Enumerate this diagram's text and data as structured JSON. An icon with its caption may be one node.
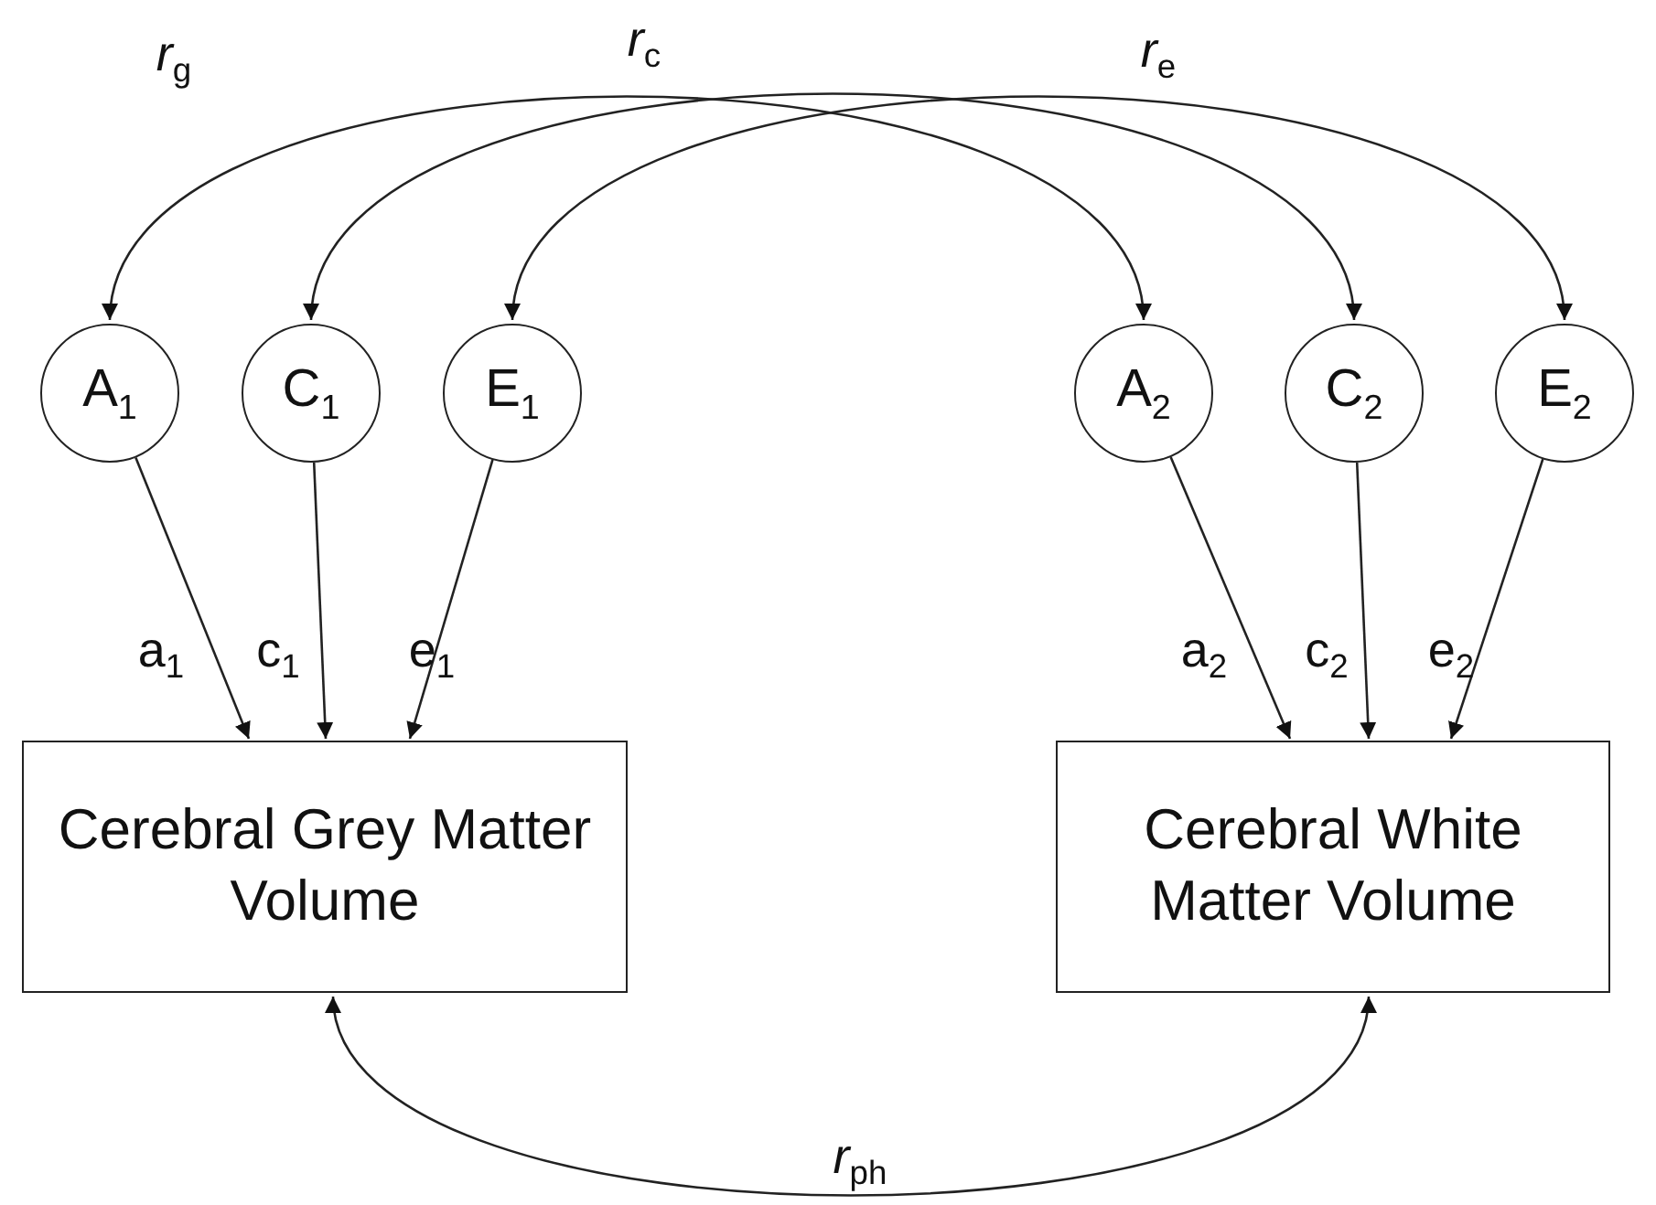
{
  "diagram": {
    "nodes": [
      {
        "text": [
          "A$_{1}$"
        ]
      },
      {
        "text": [
          "C$_{1}$"
        ]
      },
      {
        "text": [
          "E$_{1}$"
        ]
      },
      {
        "text": [
          "A$_{2}$"
        ]
      },
      {
        "text": [
          "C$_{2}$"
        ]
      },
      {
        "text": [
          "E$_{2}$"
        ]
      },
      {
        "text": [
          "Cerebral Grey Matter Volume"
        ]
      },
      {
        "text": [
          "Cerebral White Matter Volume"
        ]
      }
    ],
    "edges": [
      {
        "from": 0,
        "to": 3,
        "arrow": "both",
        "label": "*r*$_{g}$"
      },
      {
        "from": 1,
        "to": 4,
        "arrow": "both",
        "label": "*r*$_{c}$"
      },
      {
        "from": 2,
        "to": 5,
        "arrow": "both",
        "label": "*r*$_{e}$"
      },
      {
        "from": 0,
        "to": 6,
        "arrow": "to",
        "label": "a$_{1}$"
      },
      {
        "from": 1,
        "to": 6,
        "arrow": "to",
        "label": "c$_{1}$"
      },
      {
        "from": 2,
        "to": 6,
        "arrow": "to",
        "label": "e$_{1}$"
      },
      {
        "from": 3,
        "to": 7,
        "arrow": "to",
        "label": "a$_{2}$"
      },
      {
        "from": 4,
        "to": 7,
        "arrow": "to",
        "label": "c$_{2}$"
      },
      {
        "from": 5,
        "to": 7,
        "arrow": "to",
        "label": "e$_{2}$"
      },
      {
        "from": 6,
        "to": 7,
        "arrow": "both",
        "label": "*r*$_{ph}$"
      }
    ]
  }
}
